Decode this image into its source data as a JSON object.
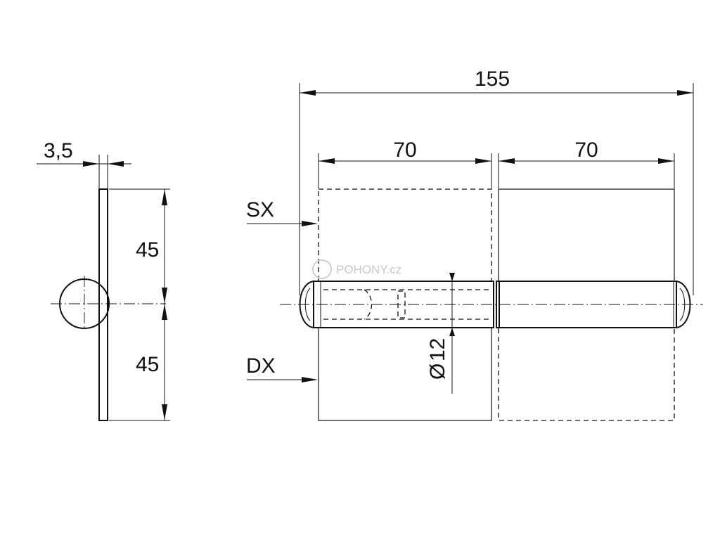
{
  "side_view": {
    "thickness_label": "3,5",
    "upper_leaf_label": "45",
    "lower_leaf_label": "45"
  },
  "front_view": {
    "overall_length_label": "155",
    "left_leaf_label": "70",
    "right_leaf_label": "70",
    "pin_diameter_label": "12",
    "diameter_symbol": "Ø",
    "sx_label": "SX",
    "dx_label": "DX"
  },
  "watermark": {
    "text": "POHONY.cz"
  }
}
